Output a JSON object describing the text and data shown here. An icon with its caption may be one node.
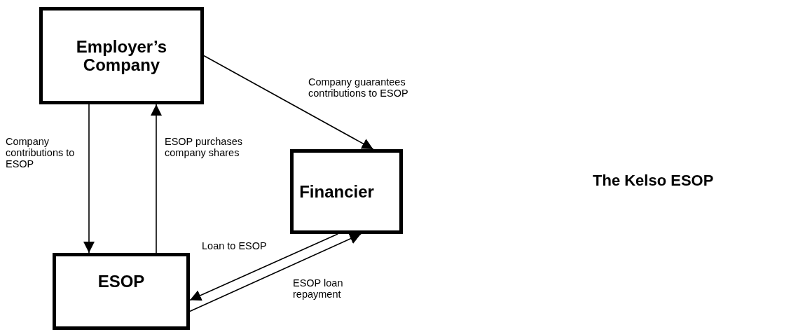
{
  "diagram": {
    "title": "The Kelso ESOP",
    "nodes": [
      {
        "text": [
          "Employer’s Company"
        ]
      },
      {
        "text": [
          "Financier"
        ]
      },
      {
        "text": [
          "ESOP"
        ]
      }
    ],
    "edges": [
      {
        "from": 0,
        "to": 2,
        "arrow": "to",
        "label": "Company contributions to ESOP"
      },
      {
        "from": 2,
        "to": 0,
        "arrow": "to",
        "label": "ESOP purchases company shares"
      },
      {
        "from": 0,
        "to": 1,
        "arrow": "to",
        "label": "Company guarantees contributions to ESOP"
      },
      {
        "from": 1,
        "to": 2,
        "arrow": "to",
        "label": "Loan to ESOP"
      },
      {
        "from": 2,
        "to": 1,
        "arrow": "to",
        "label": "ESOP loan repayment"
      }
    ]
  }
}
